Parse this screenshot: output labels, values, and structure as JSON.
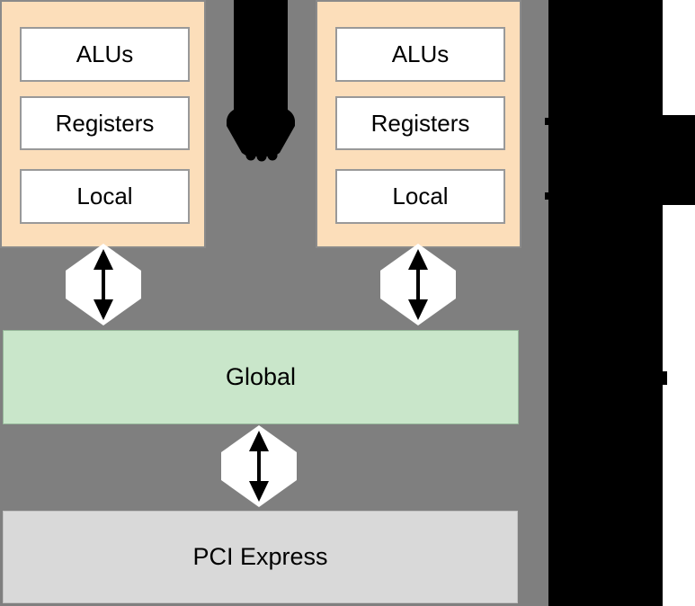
{
  "diagram": {
    "title": "gpu-device-memory-architecture",
    "units": {
      "left": {
        "alus": "ALUs",
        "registers": "Registers",
        "local": "Local"
      },
      "right": {
        "alus": "ALUs",
        "registers": "Registers",
        "local": "Local"
      }
    },
    "memory": {
      "global": "Global",
      "pci": "PCI Express"
    },
    "icons": {
      "ellipsis_continuation": "ellipsis-continuation-arrow",
      "connectors": "bidirectional-arrow"
    },
    "colors": {
      "device_background": "#7f7f7f",
      "compute_unit_fill": "#fcdeba",
      "compute_unit_border": "#8a8a8a",
      "inner_box_fill": "#ffffff",
      "inner_box_border": "#999999",
      "global_bar_fill": "#c9e6ca",
      "pci_bar_fill": "#d9d9d9",
      "arrow_color": "#000000",
      "redaction_color": "#000000",
      "page_background": "#ffffff"
    }
  }
}
